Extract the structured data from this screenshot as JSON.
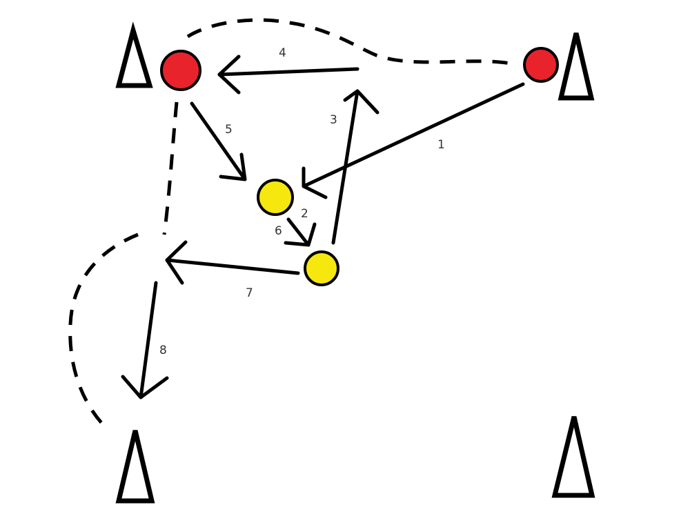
{
  "colors": {
    "red_player": "#e8232b",
    "yellow_player": "#f6e80f",
    "line": "#000000",
    "background": "#ffffff"
  },
  "cones": [
    {
      "name": "cone-top-left"
    },
    {
      "name": "cone-top-right"
    },
    {
      "name": "cone-bottom-left"
    },
    {
      "name": "cone-bottom-right"
    }
  ],
  "players": [
    {
      "name": "red-player-top-left",
      "team": "red"
    },
    {
      "name": "red-player-top-right",
      "team": "red"
    },
    {
      "name": "yellow-player-upper",
      "team": "yellow"
    },
    {
      "name": "yellow-player-lower",
      "team": "yellow"
    }
  ],
  "passes": [
    {
      "label": "1"
    },
    {
      "label": "2"
    },
    {
      "label": "3"
    },
    {
      "label": "4"
    },
    {
      "label": "5"
    },
    {
      "label": "6"
    },
    {
      "label": "7"
    },
    {
      "label": "8"
    }
  ]
}
